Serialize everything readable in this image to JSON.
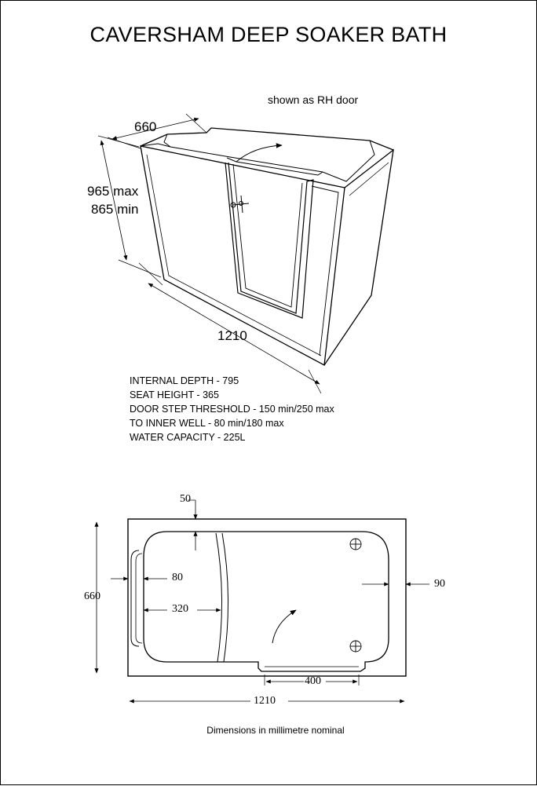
{
  "title": "CAVERSHAM DEEP SOAKER BATH",
  "subtitle": "shown as RH door",
  "iso_view": {
    "width_label": "660",
    "height_max_label": "965 max",
    "height_min_label": "865 min",
    "length_label": "1210"
  },
  "specs": [
    "INTERNAL DEPTH - 795",
    "SEAT HEIGHT - 365",
    "DOOR STEP THRESHOLD - 150 min/250 max",
    "TO INNER WELL - 80 min/180 max",
    "WATER CAPACITY - 225L"
  ],
  "plan_view": {
    "top_offset_label": "50",
    "seat_edge_label": "80",
    "seat_depth_label": "320",
    "right_offset_label": "90",
    "width_label": "660",
    "door_width_label": "400",
    "length_label": "1210"
  },
  "footer": "Dimensions in millimetre nominal"
}
